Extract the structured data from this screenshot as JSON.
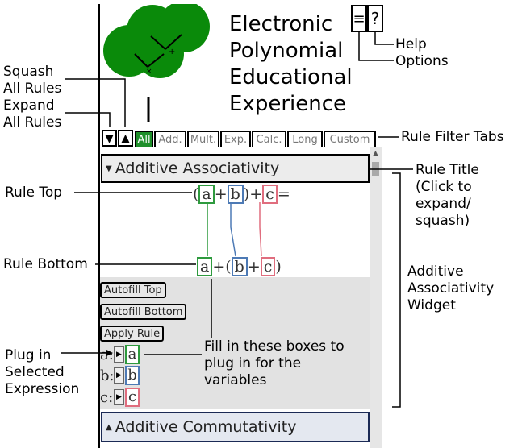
{
  "title_lines": [
    "Electronic",
    "Polynomial",
    "Educational",
    "Experience"
  ],
  "annotations": {
    "help": "Help",
    "options": "Options",
    "squash": [
      "Squash",
      "All Rules"
    ],
    "expand": [
      "Expand",
      "All Rules"
    ],
    "rule_filter_tabs": "Rule Filter Tabs",
    "rule_title": [
      "Rule Title",
      "(Click to",
      "expand/",
      "squash)"
    ],
    "rule_top": "Rule Top",
    "rule_bottom": "Rule Bottom",
    "widget": [
      "Additive",
      "Associativity",
      "Widget"
    ],
    "fill_in": [
      "Fill in these boxes to",
      "plug in for the",
      "variables"
    ],
    "plug_in": [
      "Plug in",
      "Selected",
      "Expression"
    ]
  },
  "toolbar": {
    "help_glyph": "?",
    "options_glyph": "≡",
    "expand_glyph": "▼",
    "squash_glyph": "▲"
  },
  "tabs": [
    {
      "label": "All",
      "active": true
    },
    {
      "label": "Add.",
      "active": false
    },
    {
      "label": "Mult.",
      "active": false
    },
    {
      "label": "Exp.",
      "active": false
    },
    {
      "label": "Calc.",
      "active": false
    },
    {
      "label": "Long",
      "active": false
    },
    {
      "label": "Custom",
      "active": false
    }
  ],
  "rules": [
    {
      "title": "Additive Associativity",
      "expanded_arrow": "▼",
      "top": {
        "open": "(",
        "a": "a",
        "plus1": "+",
        "b": "b",
        "close": ")",
        "plus2": "+",
        "c": "c",
        "eq": "="
      },
      "bottom": {
        "a": "a",
        "plus1": "+",
        "open": "(",
        "b": "b",
        "plus2": "+",
        "c": "c",
        "close": ")"
      },
      "buttons": {
        "autofill_top": "Autofill Top",
        "autofill_bottom": "Autofill Bottom",
        "apply": "Apply Rule"
      },
      "variables": [
        {
          "label": "a:",
          "value": "a",
          "color": "#2e9a3e"
        },
        {
          "label": "b:",
          "value": "b",
          "color": "#4d7ab5"
        },
        {
          "label": "c:",
          "value": "c",
          "color": "#e06d7e"
        }
      ]
    },
    {
      "title": "Additive Commutativity",
      "expanded_arrow": "▲"
    }
  ],
  "colors": {
    "logo_green": "#0a8a0a",
    "tab_active": "#1e8f2a"
  }
}
